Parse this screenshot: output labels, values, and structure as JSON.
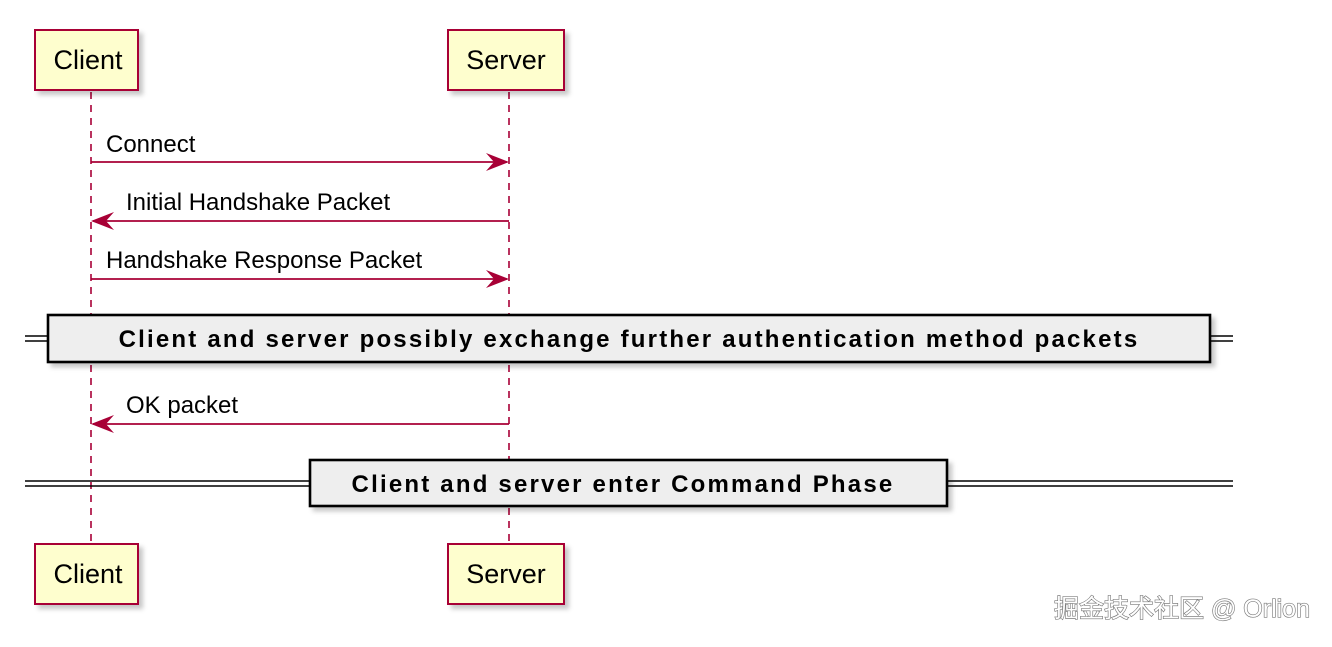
{
  "participants": {
    "client": {
      "label": "Client"
    },
    "server": {
      "label": "Server"
    }
  },
  "messages": [
    {
      "from": "client",
      "to": "server",
      "label": "Connect"
    },
    {
      "from": "server",
      "to": "client",
      "label": "Initial Handshake Packet"
    },
    {
      "from": "client",
      "to": "server",
      "label": "Handshake Response Packet"
    },
    {
      "from": "server",
      "to": "client",
      "label": "OK packet"
    }
  ],
  "dividers": [
    {
      "label": "Client and server possibly exchange further authentication method packets"
    },
    {
      "label": "Client and server enter Command Phase"
    }
  ],
  "watermark": "掘金技术社区 @ Orlion",
  "colors": {
    "participant_fill": "#fefece",
    "participant_border": "#a80036",
    "lifeline": "#a80036",
    "arrow": "#a80036",
    "divider_box_fill": "#eeeeee",
    "divider_line": "#000000"
  }
}
